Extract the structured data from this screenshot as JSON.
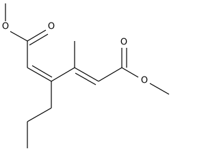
{
  "atoms": {
    "o_ester_left": "O",
    "o_carbonyl_left": "O",
    "o_carbonyl_right": "O",
    "o_ester_right": "O"
  },
  "colors": {
    "bond": "#000000",
    "label": "#000000",
    "background": "#ffffff"
  }
}
